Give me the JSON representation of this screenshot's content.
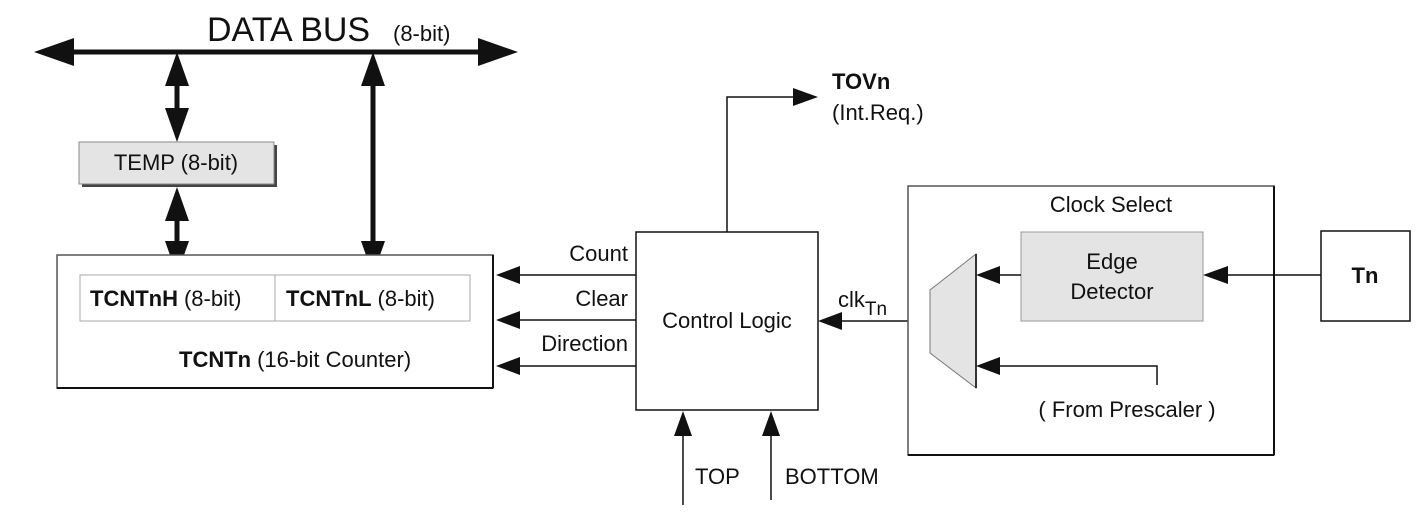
{
  "bus": {
    "label": "DATA BUS",
    "width": "(8-bit)"
  },
  "temp": {
    "label": "TEMP (8-bit)"
  },
  "counter": {
    "high_name": "TCNTnH",
    "high_width": "(8-bit)",
    "low_name": "TCNTnL",
    "low_width": "(8-bit)",
    "name": "TCNTn",
    "caption": "(16-bit Counter)"
  },
  "control": {
    "label": "Control Logic",
    "signals": {
      "count": "Count",
      "clear": "Clear",
      "direction": "Direction"
    },
    "inputs": {
      "top": "TOP",
      "bottom": "BOTTOM"
    },
    "clock_in": {
      "base": "clk",
      "sub": "Tn"
    }
  },
  "overflow": {
    "name": "TOVn",
    "note": "(Int.Req.)"
  },
  "clock_select": {
    "title": "Clock Select",
    "edge_line1": "Edge",
    "edge_line2": "Detector",
    "prescaler": "( From Prescaler )"
  },
  "pin": {
    "label": "Tn"
  },
  "colors": {
    "stroke": "#111111",
    "box_fill": "#e4e4e4",
    "box_stroke": "#9a9a9a"
  }
}
